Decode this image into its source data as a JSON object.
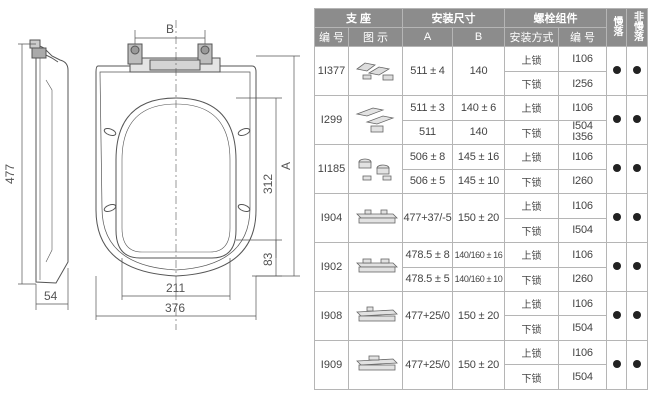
{
  "drawing": {
    "dim_B": "B",
    "dim_477": "477",
    "dim_312": "312",
    "dim_A": "A",
    "dim_83": "83",
    "dim_54": "54",
    "dim_211": "211",
    "dim_376": "376"
  },
  "table": {
    "headers": {
      "support": "支  座",
      "install_size": "安装尺寸",
      "bolt_assembly": "螺栓组件",
      "slow_drop": "慢落",
      "non_slow_drop": "非慢落"
    },
    "subheaders": {
      "code": "编 号",
      "diagram": "图 示",
      "a": "A",
      "b": "B",
      "install_method": "安装方式",
      "bolt_code": "编 号"
    },
    "rows": [
      {
        "code": "1I377",
        "a1": "511 ± 4",
        "b1": "140",
        "a2": "",
        "b2": "",
        "m1": "上锁",
        "c1": "I106",
        "m2": "下锁",
        "c2": "I256",
        "c3": ""
      },
      {
        "code": "I299",
        "a1": "511 ± 3",
        "b1": "140 ± 6",
        "a2": "511",
        "b2": "140",
        "m1": "上锁",
        "c1": "I106",
        "m2": "下锁",
        "c2": "I504",
        "c3": "I356"
      },
      {
        "code": "1I185",
        "a1": "506 ± 8",
        "b1": "145 ± 16",
        "a2": "506 ± 5",
        "b2": "145 ± 10",
        "m1": "上锁",
        "c1": "I106",
        "m2": "下锁",
        "c2": "I260",
        "c3": ""
      },
      {
        "code": "I904",
        "a1": "477+37/-5",
        "b1": "150 ± 20",
        "a2": "",
        "b2": "",
        "m1": "上锁",
        "c1": "I106",
        "m2": "下锁",
        "c2": "I504",
        "c3": ""
      },
      {
        "code": "I902",
        "a1": "478.5 ± 8",
        "b1": "140/160 ± 16",
        "a2": "478.5 ± 5",
        "b2": "140/160 ± 10",
        "m1": "上锁",
        "c1": "I106",
        "m2": "下锁",
        "c2": "I260",
        "c3": ""
      },
      {
        "code": "I908",
        "a1": "477+25/0",
        "b1": "150 ± 20",
        "a2": "",
        "b2": "",
        "m1": "上锁",
        "c1": "I106",
        "m2": "下锁",
        "c2": "I504",
        "c3": ""
      },
      {
        "code": "I909",
        "a1": "477+25/0",
        "b1": "150 ± 20",
        "a2": "",
        "b2": "",
        "m1": "上锁",
        "c1": "I106",
        "m2": "下锁",
        "c2": "I504",
        "c3": ""
      }
    ]
  },
  "colors": {
    "header_bg": "#8c8c8c",
    "line": "#555555",
    "dot": "#222222"
  }
}
